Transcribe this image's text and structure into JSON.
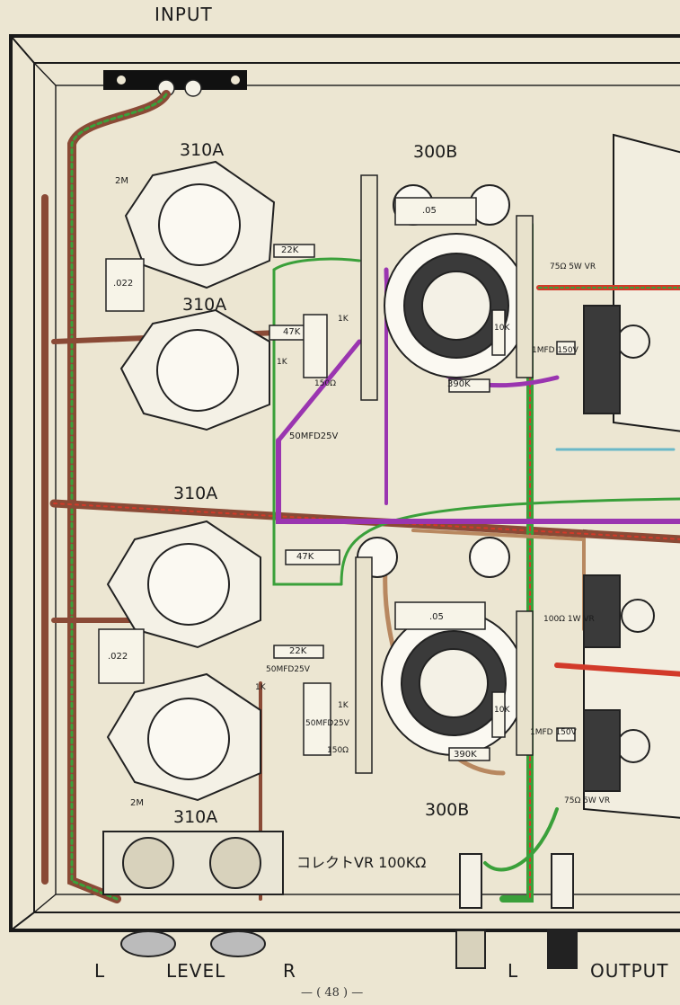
{
  "labels": {
    "input": "INPUT",
    "output": "OUTPUT",
    "level": "LEVEL",
    "level_l": "L",
    "level_r": "R",
    "output_l": "L",
    "tube_310a_1": "310A",
    "tube_310a_2": "310A",
    "tube_310a_3": "310A",
    "tube_310a_4": "310A",
    "tube_300b_1": "300B",
    "tube_300b_2": "300B",
    "volume_control": "コレクトVR 100KΩ",
    "page_number": "— ( 48 ) —"
  },
  "components": {
    "res_2m_top": "2M",
    "res_2m_bottom": "2M",
    "cap_022_top": ".022",
    "cap_022_bottom": ".022",
    "res_22k_top": "22K",
    "res_22k_bottom": "22K",
    "res_47k_top": "47K",
    "res_47k_bottom": "47K",
    "res_1k_a": "1K",
    "res_1k_b": "1K",
    "res_1k_c": "1K",
    "res_1k_d": "1K",
    "res_150_top": "150Ω",
    "res_150_bottom": "150Ω",
    "cap_05_top": ".05",
    "cap_05_bottom": ".05",
    "res_10k_top": "10K",
    "res_10k_bottom": "10K",
    "res_390k_top": "390K",
    "res_390k_bottom": "390K",
    "cap_50mfd_top": "50MFD25V",
    "cap_50mfd_mid": "50MFD25V",
    "cap_50mfd_bottom": "50MFD25V",
    "cap_1mfd_top": "1MFD 150V",
    "cap_1mfd_bottom": "1MFD 150V",
    "vr_75_top": "75Ω 5W VR",
    "vr_75_bottom": "75Ω 5W VR",
    "vr_100_mid": "100Ω 1W VR"
  },
  "colors": {
    "chassis": "#1a1a1a",
    "wire_brown": "#8a4a36",
    "wire_green": "#3aa03a",
    "wire_purple": "#9a35b0",
    "wire_red": "#d23a2a",
    "wire_tan": "#b88860",
    "socket": "#f4f1e6"
  }
}
